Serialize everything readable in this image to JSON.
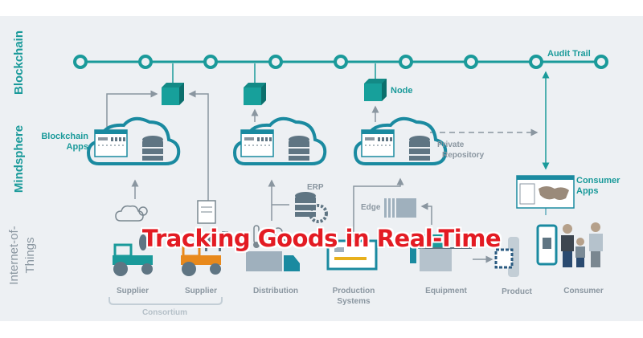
{
  "lanes": {
    "blockchain": "Blockchain",
    "mindsphere": "Mindsphere",
    "iot_line1": "Internet-of-",
    "iot_line2": "Things"
  },
  "labels": {
    "audit_trail": "Audit Trail",
    "node": "Node",
    "blockchain_apps_1": "Blockchain",
    "blockchain_apps_2": "Apps",
    "private_repo_1": "Private",
    "private_repo_2": "Repository",
    "erp": "ERP",
    "edge": "Edge",
    "consumer_apps_1": "Consumer",
    "consumer_apps_2": "Apps",
    "supplier": "Supplier",
    "supplier2": "Supplier",
    "consortium": "Consortium",
    "distribution": "Distribution",
    "production_1": "Production",
    "production_2": "Systems",
    "equipment": "Equipment",
    "product": "Product",
    "consumer": "Consumer"
  },
  "title": "Tracking Goods in Real-Time",
  "colors": {
    "teal": "#1a9a9a",
    "grey": "#8a96a0",
    "title": "#e31b23",
    "bg": "#edf0f3"
  }
}
